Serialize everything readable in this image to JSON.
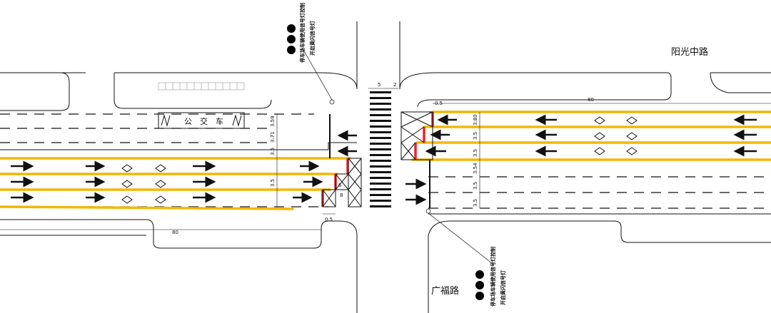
{
  "roads": {
    "main_road_name": "阳光中路",
    "cross_road_name": "广福路"
  },
  "bus_lane": {
    "chars": [
      "公",
      "交",
      "车"
    ]
  },
  "signals": {
    "top_note_line1": "停车场车辆使用信号灯控制",
    "top_note_line2": "开启黄闪信号灯",
    "bottom_note_line1": "停车场车辆使用信号灯控制",
    "bottom_note_line2": "开启黄闪信号灯"
  },
  "dimensions": {
    "crosswalk_width": "5",
    "stop_offset": "2",
    "right_segment_length": "80",
    "left_segment_length": "80",
    "offset_right": "0.5",
    "offset_left": "0.5",
    "left_lane_widths": [
      "3.59",
      "3.71",
      "3.5",
      "3.5"
    ],
    "right_lane_widths": [
      "3.80",
      "3.5",
      "3.5",
      "3.54",
      "3.5",
      "3.5"
    ],
    "left_mix_labels": [
      "6",
      "8"
    ]
  },
  "colors": {
    "line": "#111111",
    "highlight_yellow": "#f2b705",
    "stop_red": "#e8242b",
    "signal_black": "#000000"
  }
}
